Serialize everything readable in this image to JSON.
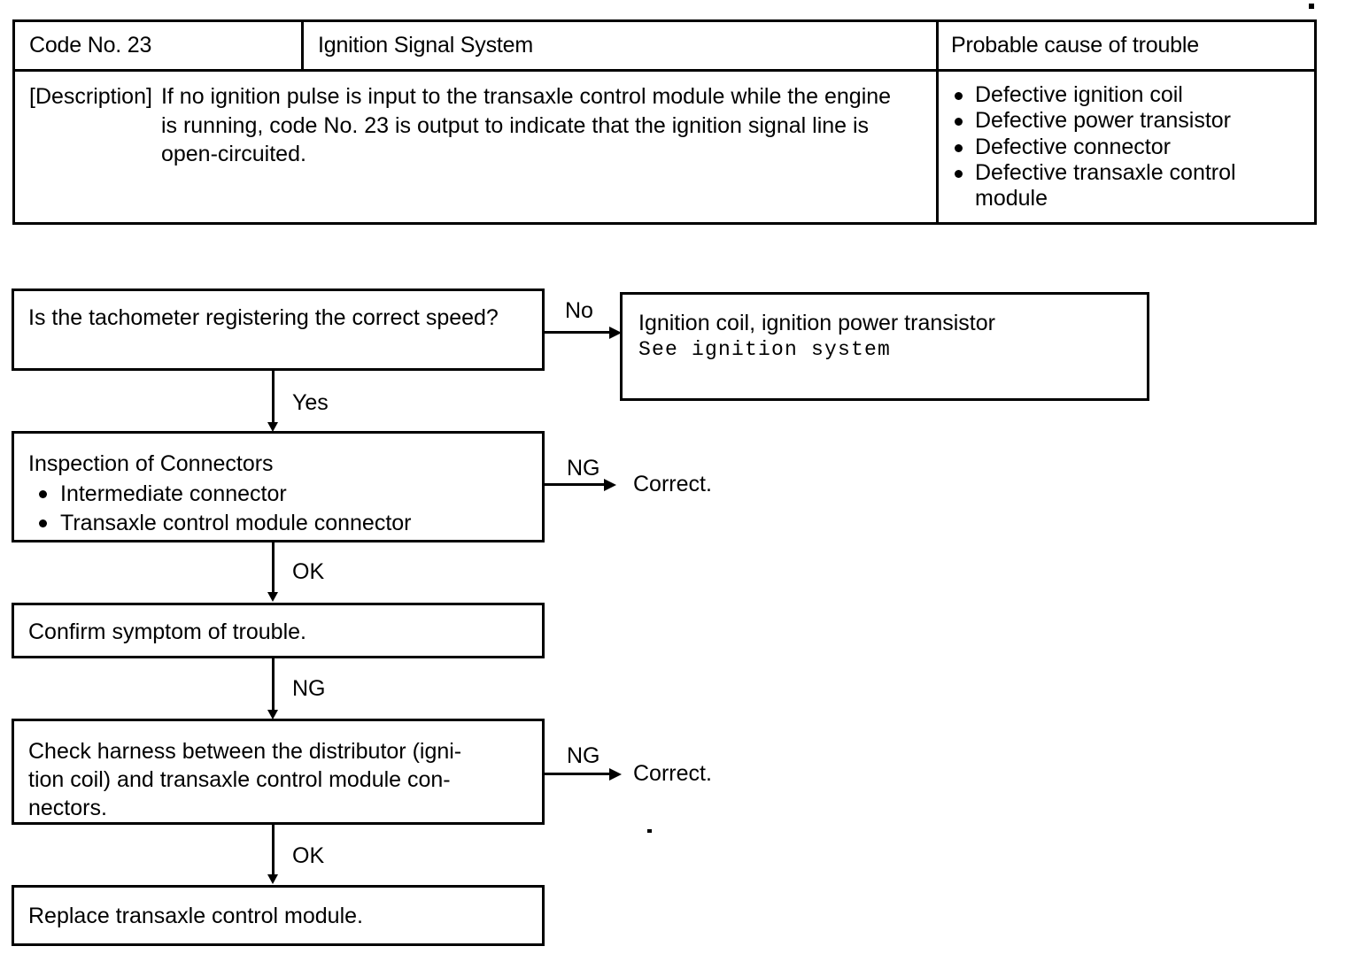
{
  "table": {
    "headers": {
      "code": "Code No. 23",
      "system": "Ignition Signal System",
      "cause": "Probable cause of trouble"
    },
    "description_label": "[Description]",
    "description_text": "If no ignition pulse is input to the transaxle control module while the engine is running, code No. 23 is output to indicate that the ignition signal line is open-circuited.",
    "probable_causes": [
      "Defective ignition coil",
      "Defective power transistor",
      "Defective connector",
      "Defective transaxle control module"
    ]
  },
  "flowchart": {
    "nodes": {
      "tachometer": "Is the tachometer registering the correct speed?",
      "ignition_ref_line1": "Ignition coil, ignition power transistor",
      "ignition_ref_line2": "See ignition system",
      "inspection_title": "Inspection of Connectors",
      "inspection_items": [
        "Intermediate connector",
        "Transaxle control module connector"
      ],
      "confirm": "Confirm symptom of trouble.",
      "check_harness": "Check harness between the distributor (igni-\ntion coil) and transaxle control module con-\nnectors.",
      "replace": "Replace transaxle control module."
    },
    "edges": {
      "no": "No",
      "yes": "Yes",
      "ng_1": "NG",
      "ok_1": "OK",
      "ng_2": "NG",
      "ok_2": "OK",
      "ng_3": "NG"
    },
    "outcomes": {
      "correct_1": "Correct.",
      "correct_2": "Correct."
    }
  },
  "colors": {
    "ink": "#000000",
    "paper": "#ffffff"
  }
}
